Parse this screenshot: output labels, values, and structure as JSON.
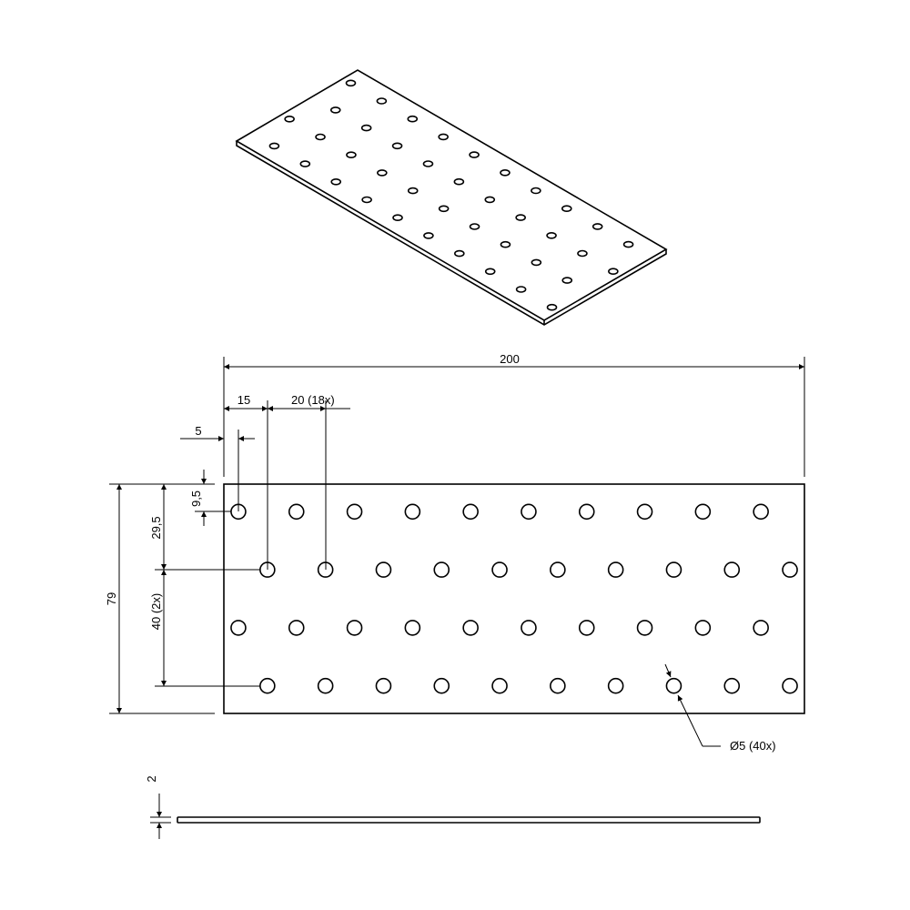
{
  "drawing": {
    "dimensions": {
      "length": "200",
      "edge_offset": "15",
      "pitch": "20  (18x)",
      "hole_offset": "5",
      "top_offset": "9,5",
      "row_offset": "29,5",
      "row_pitch": "40  (2x)",
      "width": "79",
      "thickness": "2",
      "hole_callout": "Ø5 (40x)"
    },
    "plate": {
      "length_mm": 200,
      "width_mm": 79,
      "thickness_mm": 2,
      "hole_diameter_mm": 5,
      "hole_count": 40,
      "rows": [
        {
          "v": 9.5,
          "u_start": 5
        },
        {
          "v": 29.5,
          "u_start": 15
        },
        {
          "v": 49.5,
          "u_start": 5
        },
        {
          "v": 69.5,
          "u_start": 15
        }
      ],
      "holes_per_row": 10,
      "hole_pitch_mm": 20
    }
  }
}
